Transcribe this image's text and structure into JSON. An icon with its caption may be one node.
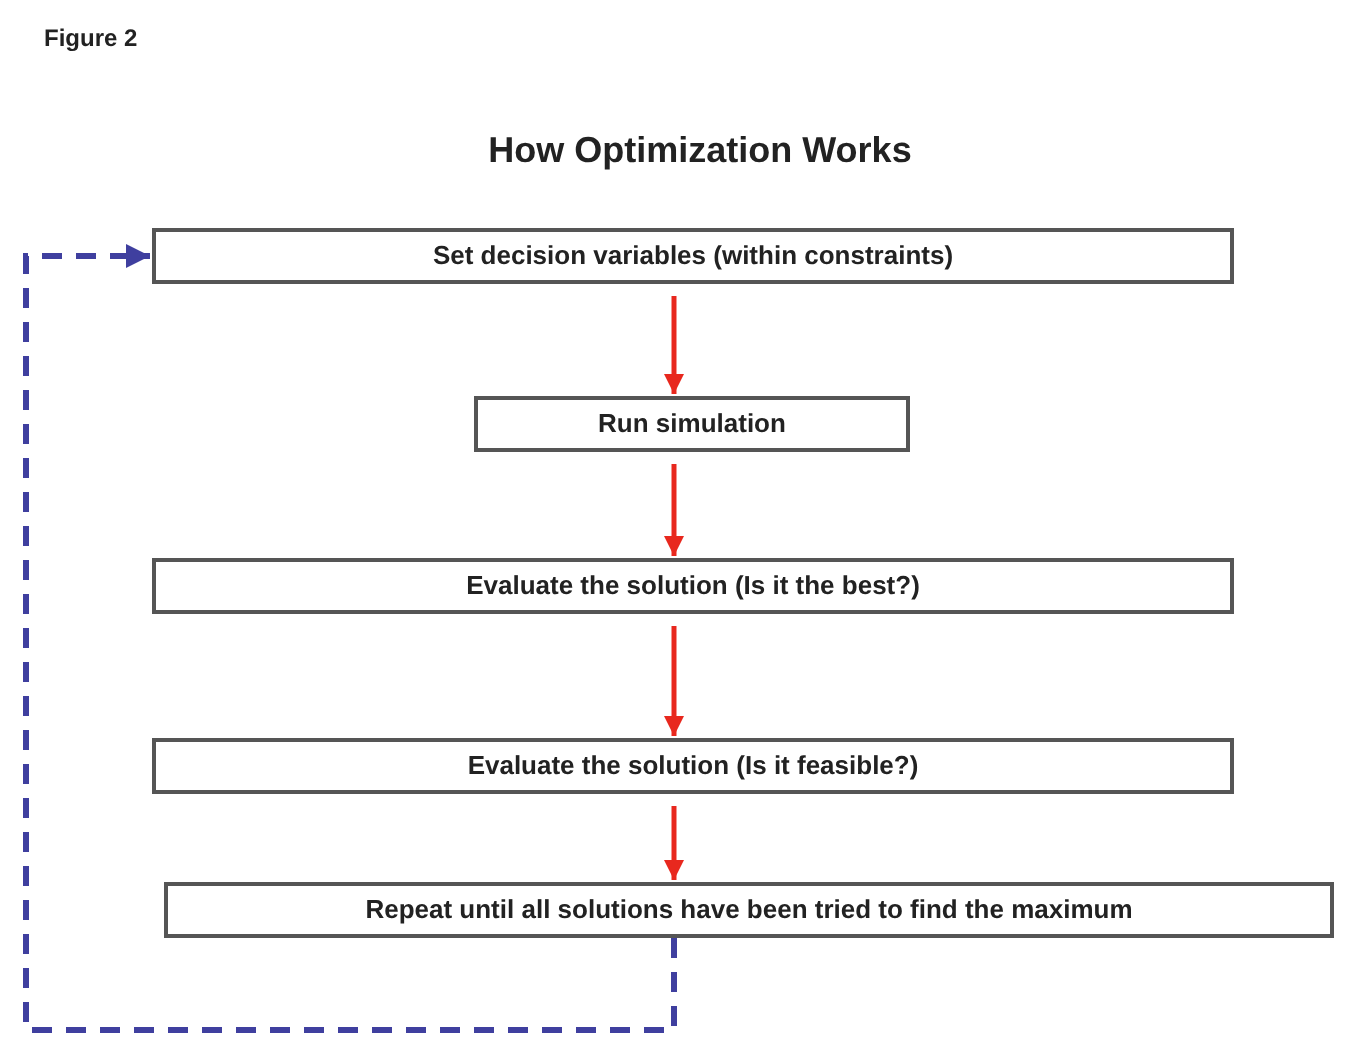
{
  "diagram": {
    "title": "How Optimization Works",
    "nodes": [
      {
        "text": [
          "Set decision variables (within constraints)"
        ]
      },
      {
        "text": [
          "Run simulation"
        ]
      },
      {
        "text": [
          "Evaluate the solution (Is it the best?)"
        ]
      },
      {
        "text": [
          "Evaluate the solution (Is it feasible?)"
        ]
      },
      {
        "text": [
          "Repeat until all solutions have been tried to find the maximum"
        ]
      }
    ],
    "edges": [
      {
        "from": 0,
        "to": 1,
        "arrow": "to"
      },
      {
        "from": 1,
        "to": 2,
        "arrow": "to"
      },
      {
        "from": 2,
        "to": 3,
        "arrow": "to"
      },
      {
        "from": 3,
        "to": 4,
        "arrow": "to"
      },
      {
        "from": 4,
        "to": 0,
        "arrow": "to",
        "style": "dashed",
        "color": "#3f3f9f"
      }
    ],
    "labels": [
      "Figure 2"
    ]
  }
}
